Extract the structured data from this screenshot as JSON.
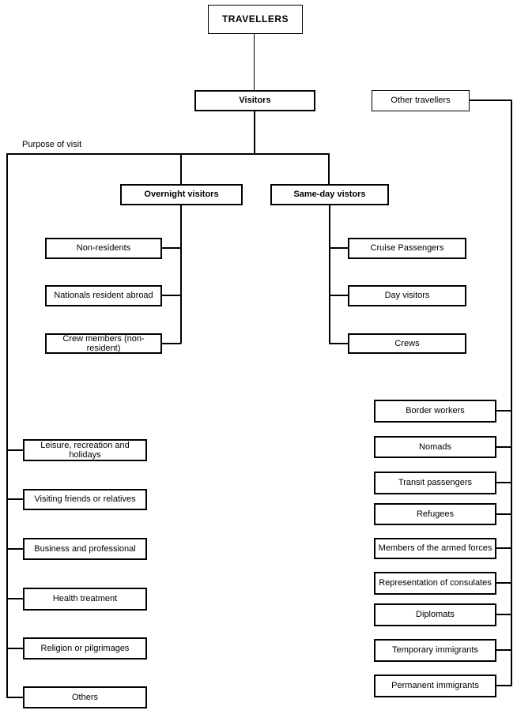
{
  "nodes": {
    "travellers": "TRAVELLERS",
    "visitors": "Visitors",
    "other_travellers": "Other travellers",
    "purpose_of_visit_label": "Purpose of visit",
    "overnight_visitors": "Overnight visitors",
    "same_day_vistors": "Same-day vistors",
    "overnight_children": [
      "Non-residents",
      "Nationals resident abroad",
      "Crew members (non-resident)"
    ],
    "same_day_children": [
      "Cruise Passengers",
      "Day visitors",
      "Crews"
    ],
    "purpose_children": [
      "Leisure, recreation and holidays",
      "Visiting friends or relatives",
      "Business and professional",
      "Health treatment",
      "Religion or pilgrimages",
      "Others"
    ],
    "other_traveller_children": [
      "Border workers",
      "Nomads",
      "Transit passengers",
      "Refugees",
      "Members of the armed forces",
      "Representation of consulates",
      "Diplomats",
      "Temporary immigrants",
      "Permanent immigrants"
    ]
  },
  "colors": {
    "line": "#000000",
    "box_background": "#ffffff",
    "text": "#000000",
    "page_background": "#ffffff"
  }
}
